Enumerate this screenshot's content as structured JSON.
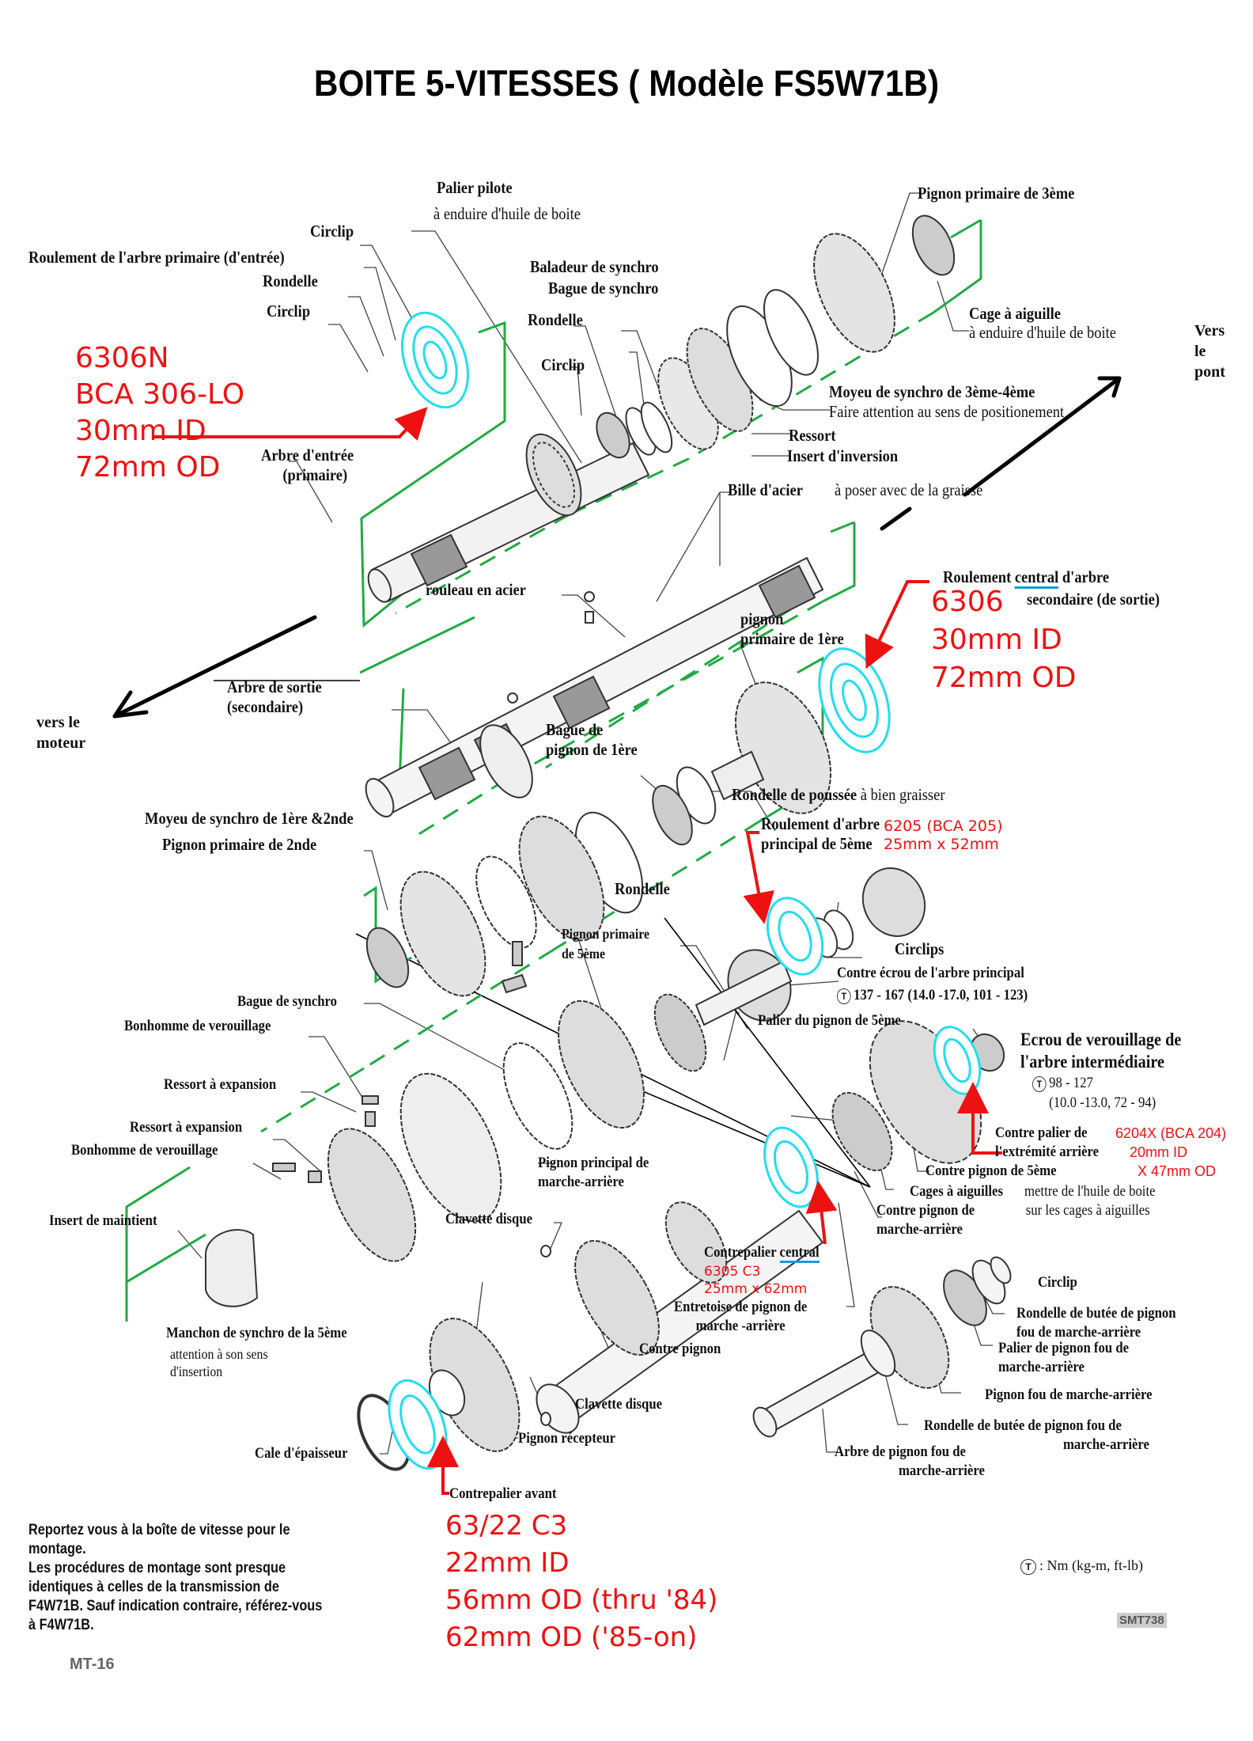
{
  "title": "BOITE 5-VITESSES ( Modèle FS5W71B)",
  "colors": {
    "highlight_bearing": "#22ddee",
    "annotation_red": "#ee1111",
    "guide_green": "#22aa44",
    "underline_blue": "#1a9be0"
  },
  "directions": {
    "to_axle": [
      "Vers",
      "le",
      "pont"
    ],
    "to_engine": [
      "vers le",
      "moteur"
    ]
  },
  "labels": {
    "palier_pilote": "Palier pilote",
    "palier_pilote_note": "à enduire d'huile de boite",
    "circlip_top": "Circlip",
    "roulement_primaire": "Roulement de l'arbre primaire (d'entrée)",
    "rondelle_1": "Rondelle",
    "circlip_2": "Circlip",
    "arbre_entree": [
      "Arbre d'entrée",
      "(primaire)"
    ],
    "baladeur": "Baladeur de synchro",
    "bague_synchro_top": "Bague de synchro",
    "rondelle_2": "Rondelle",
    "circlip_3": "Circlip",
    "pignon_3eme": "Pignon primaire de 3ème",
    "cage_aiguille": "Cage à aiguille",
    "cage_aiguille_note": "à enduire d'huile de boite",
    "moyeu_34": "Moyeu de synchro de 3ème-4ème",
    "moyeu_34_note": "Faire attention au sens de positionement",
    "ressort": "Ressort",
    "insert_inversion": "Insert d'inversion",
    "bille_acier": "Bille d'acier",
    "bille_acier_note": "à poser avec de la graisse",
    "rouleau_acier": "rouleau en acier",
    "arbre_sortie": [
      "Arbre de sortie",
      "(secondaire)"
    ],
    "pignon_1ere": [
      "pignon",
      "primaire de 1ère"
    ],
    "roulement_central_a": "Roulement ",
    "roulement_central_b": "central",
    "roulement_central_c": " d'arbre",
    "roulement_central_2": "secondaire (de sortie)",
    "bague_pignon_1ere": [
      "Bague de",
      "pignon de 1ère"
    ],
    "rondelle_poussee": "Rondelle de poussée",
    "rondelle_poussee_note": "à bien graisser",
    "moyeu_12": "Moyeu de synchro de 1ère &2nde",
    "pignon_2nde": "Pignon primaire de 2nde",
    "roulement_5eme": [
      "Roulement d'arbre",
      "principal de 5ème"
    ],
    "rondelle_3": "Rondelle",
    "circlips": "Circlips",
    "pignon_5eme": [
      "Pignon primaire",
      "de 5ème"
    ],
    "contre_ecrou": "Contre écrou de l'arbre principal",
    "contre_ecrou_torque": "137 - 167 (14.0 -17.0, 101 - 123)",
    "palier_5eme": "Palier du pignon de 5ème",
    "bague_synchro_mid": "Bague de synchro",
    "bonhomme_1": "Bonhomme de verouillage",
    "ressort_exp_1": "Ressort à expansion",
    "ressort_exp_2": "Ressort à expansion",
    "bonhomme_2": "Bonhomme de verouillage",
    "insert_maintient": "Insert de maintient",
    "ecrou_intermediaire": [
      "Ecrou de verouillage de",
      "l'arbre intermédiaire"
    ],
    "ecrou_torque_1": "98 - 127",
    "ecrou_torque_2": "(10.0 -13.0,  72 - 94)",
    "contre_palier_arriere": [
      "Contre palier de",
      "l'extrémité arrière"
    ],
    "contre_pignon_5eme": "Contre pignon de 5ème",
    "pignon_principal_ma": [
      "Pignon principal de",
      "marche-arrière"
    ],
    "cages_aiguilles": "Cages à aiguilles",
    "cages_aiguilles_note": [
      "mettre de l'huile de boite",
      "sur les cages à aiguilles"
    ],
    "contre_pignon_ma": [
      "Contre pignon de",
      "marche-arrière"
    ],
    "clavette_disque_1": "Clavette disque",
    "contrepalier_central_a": "Contrepalier ",
    "contrepalier_central_b": "central",
    "entretoise": [
      "Entretoise de pignon de",
      "marche -arrière"
    ],
    "circlip_br": "Circlip",
    "rondelle_butee_1": [
      "Rondelle de butée de pignon",
      "fou de marche-arrière"
    ],
    "palier_pignon_fou": [
      "Palier de pignon fou de",
      "marche-arrière"
    ],
    "manchon_5eme": "Manchon de synchro de la 5ème",
    "manchon_5eme_note": [
      "attention à son sens",
      "d'insertion"
    ],
    "contre_pignon": "Contre pignon",
    "pignon_fou": "Pignon fou de marche-arrière",
    "clavette_disque_2": "Clavette disque",
    "rondelle_butee_2": [
      "Rondelle de butée de pignon fou de",
      "marche-arrière"
    ],
    "pignon_recepteur": "Pignon récepteur",
    "arbre_pignon_fou": [
      "Arbre de pignon fou de",
      "marche-arrière"
    ],
    "cale_epaisseur": "Cale d'épaisseur",
    "contrepalier_avant": "Contrepalier avant"
  },
  "bearing_specs": {
    "input_shaft": [
      "6306N",
      "BCA 306-LO",
      "30mm ID",
      "72mm OD"
    ],
    "output_center": [
      "6306",
      "30mm ID",
      "72mm OD"
    ],
    "fifth_main": [
      "6205 (BCA 205)",
      "25mm x 52mm"
    ],
    "countershaft_rear": [
      "6204X (BCA 204)",
      "20mm ID",
      "X 47mm OD"
    ],
    "countershaft_center": [
      "6305 C3",
      "25mm x 62mm"
    ],
    "countershaft_front": [
      "63/22 C3",
      "22mm ID",
      "56mm OD (thru '84)",
      "62mm OD ('85-on)"
    ]
  },
  "footer": {
    "note": [
      "Reportez vous à la boîte de vitesse pour le",
      "montage.",
      "Les procédures de montage sont presque",
      "identiques à celles de la transmission de",
      "F4W71B. Sauf indication contraire, référez-vous",
      "à F4W71B."
    ],
    "torque_legend_icon": "T",
    "torque_legend": ":  Nm (kg-m, ft-lb)",
    "figure_code": "SMT738",
    "page_number": "MT-16"
  }
}
